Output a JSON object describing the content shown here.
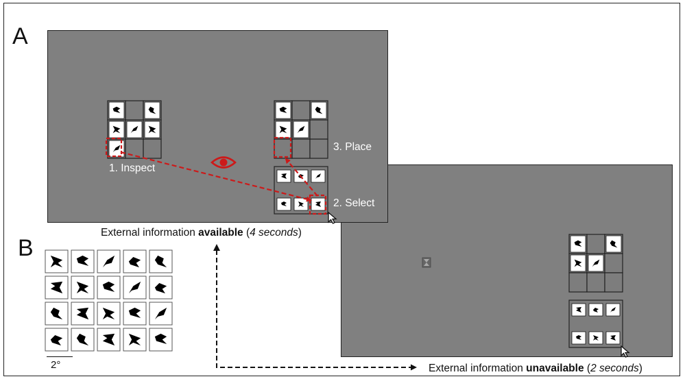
{
  "panels": {
    "a": "A",
    "b": "B"
  },
  "steps": {
    "inspect": "1. Inspect",
    "select": "2. Select",
    "place": "3. Place"
  },
  "available": {
    "pre": "External information ",
    "bold": "available",
    "open": " (",
    "ital": "4 seconds",
    "close": ")"
  },
  "unavailable": {
    "pre": "External information ",
    "bold": "unavailable",
    "open": " (",
    "ital": "2 seconds",
    "close": ")"
  },
  "scale_label": "2°",
  "icons": {
    "eye": "eye-icon",
    "hourglass": "hourglass-icon",
    "cursor": "mouse-cursor-icon"
  },
  "colors": {
    "screen": "#808080",
    "highlight": "#cc1a1a",
    "cell": "#ffffff",
    "shape": "#000000"
  },
  "stimulus_rows": 4,
  "stimulus_cols": 5
}
